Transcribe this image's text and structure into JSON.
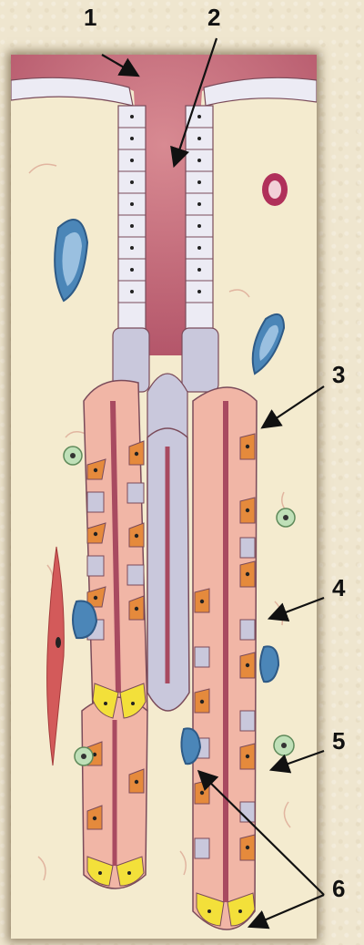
{
  "labels": {
    "l1": "1",
    "l2": "2",
    "l3": "3",
    "l4": "4",
    "l5": "5",
    "l6": "6"
  },
  "colors": {
    "tissue": "#f4ebcf",
    "lumen": "#c76a78",
    "cell_gray": "#c9c8dc",
    "cell_pink": "#f1b6a6",
    "cell_orange": "#e58a3c",
    "cell_yellow": "#f3e03a",
    "vessel_blue": "#4b86b8",
    "cell_green": "#bfe0b8",
    "fiber": "#d89a86"
  }
}
